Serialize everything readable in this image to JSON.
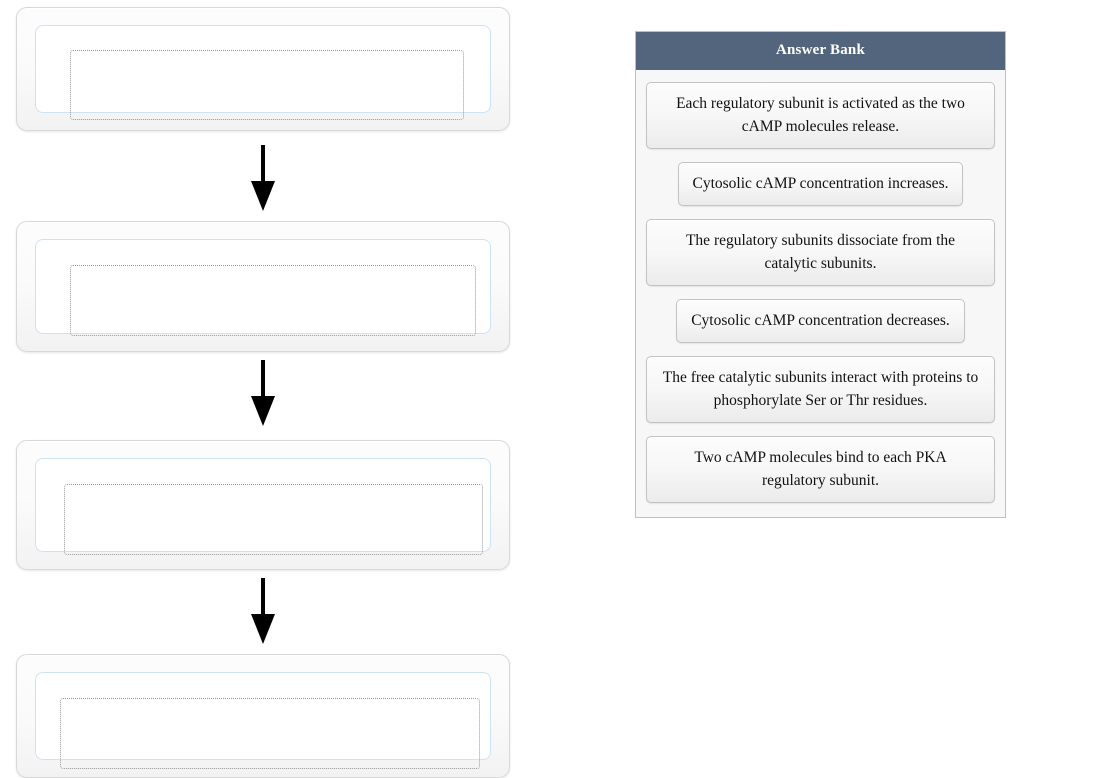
{
  "sequence": {
    "slots": [
      {
        "label": "Step 1 drop target",
        "content": ""
      },
      {
        "label": "Step 2 drop target",
        "content": ""
      },
      {
        "label": "Step 3 drop target",
        "content": ""
      },
      {
        "label": "Step 4 drop target",
        "content": ""
      }
    ],
    "arrows": [
      {
        "name": "down-arrow-1",
        "direction": "down"
      },
      {
        "name": "down-arrow-2",
        "direction": "down"
      },
      {
        "name": "down-arrow-3",
        "direction": "down"
      }
    ]
  },
  "answer_bank": {
    "title": "Answer Bank",
    "header_color": "#53657d",
    "items": [
      {
        "text": "Each regulatory subunit is activated as the two cAMP molecules release.",
        "lines": 2
      },
      {
        "text": "Cytosolic cAMP concentration increases.",
        "lines": 1
      },
      {
        "text": "The regulatory subunits dissociate from the catalytic subunits.",
        "lines": 2
      },
      {
        "text": "Cytosolic cAMP concentration decreases.",
        "lines": 1
      },
      {
        "text": "The free catalytic subunits interact with proteins to phosphorylate Ser or Thr residues.",
        "lines": 2
      },
      {
        "text": "Two cAMP molecules bind to each PKA regulatory subunit.",
        "lines": 2
      }
    ]
  }
}
